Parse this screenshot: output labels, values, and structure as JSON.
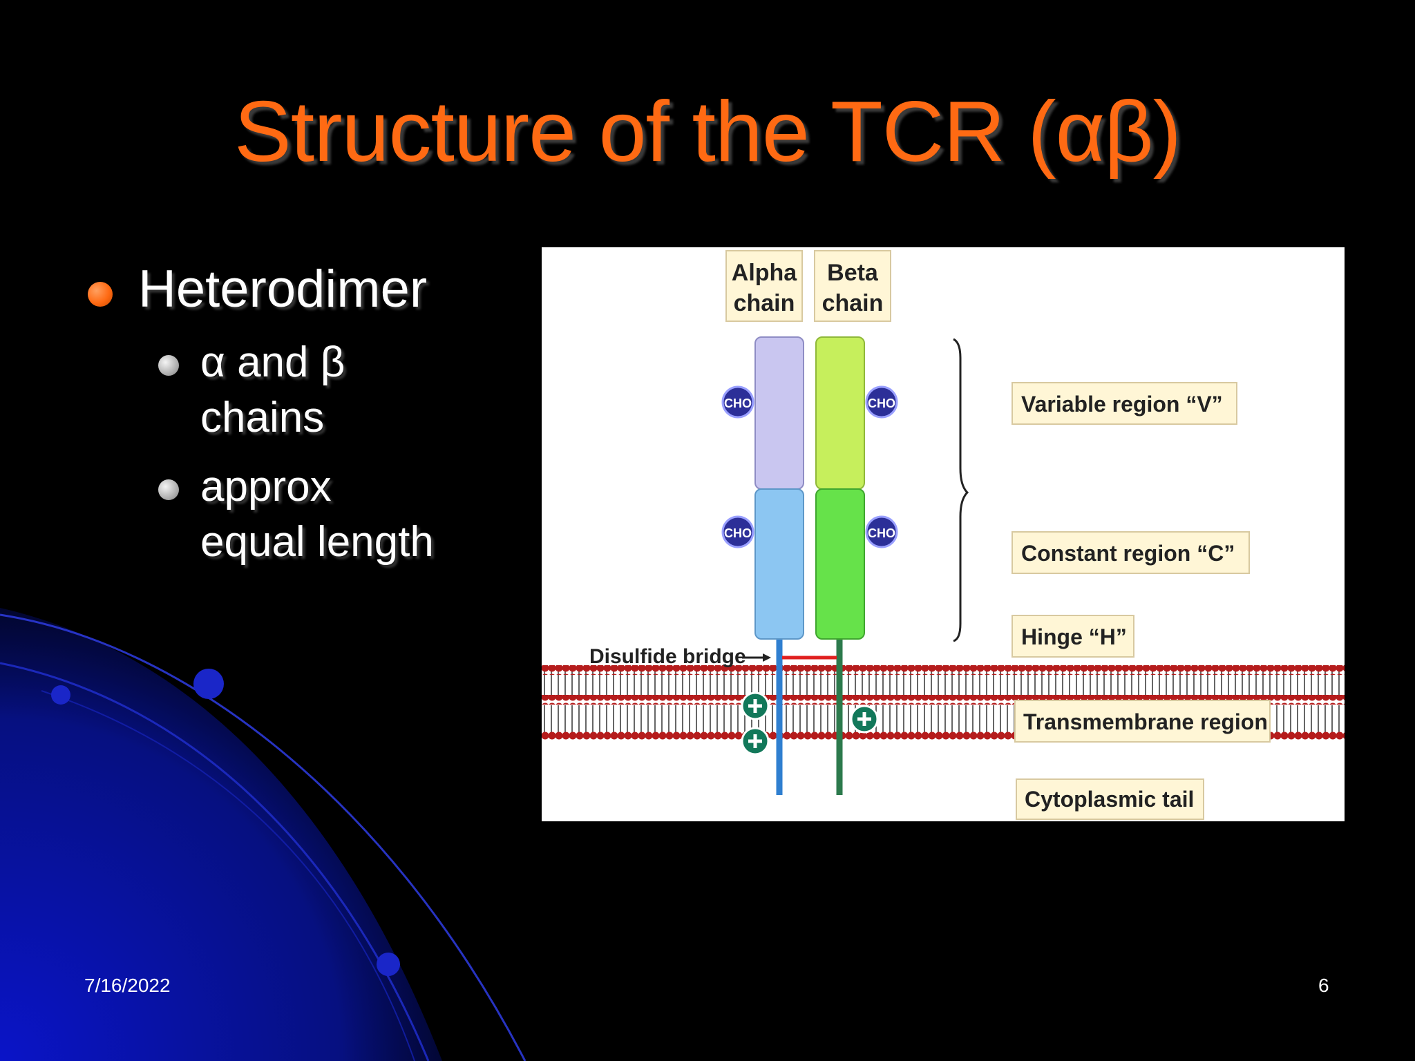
{
  "slide": {
    "title": "Structure of the TCR (αβ)",
    "bullets": [
      {
        "text": "Heterodimer",
        "sub": [
          {
            "lines": [
              "α and β",
              "chains"
            ]
          },
          {
            "lines": [
              "approx",
              "equal length"
            ]
          }
        ]
      }
    ],
    "date": "7/16/2022",
    "page_number": "6"
  },
  "diagram": {
    "chain_labels": {
      "alpha": [
        "Alpha",
        "chain"
      ],
      "beta": [
        "Beta",
        "chain"
      ]
    },
    "glycan_label": "CHO",
    "region_labels": {
      "variable": "Variable region “V”",
      "constant": "Constant region “C”",
      "hinge": "Hinge “H”",
      "transmembrane": "Transmembrane region",
      "cytoplasmic": "Cytoplasmic tail"
    },
    "disulfide_label": "Disulfide bridge",
    "colors": {
      "title": "#ff6a13",
      "alpha_variable": "#c9c6f0",
      "alpha_constant": "#8cc6f2",
      "beta_variable": "#c6ef5c",
      "beta_constant": "#66e24a",
      "disulfide": "#e0201f",
      "membrane_beads": "#b51c1c",
      "cho_badge": "#2c2f98",
      "charge_badge": "#12785a",
      "label_box": "#fff6d6"
    }
  }
}
